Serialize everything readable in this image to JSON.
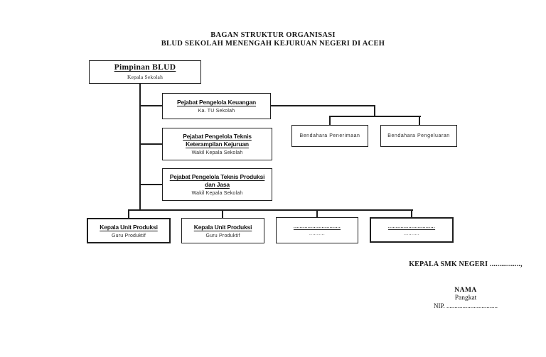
{
  "page": {
    "title_line1": "BAGAN STRUKTUR ORGANISASI",
    "title_line2": "BLUD SEKOLAH MENENGAH KEJURUAN NEGERI DI ACEH"
  },
  "org": {
    "pimpinan": {
      "title": "Pimpinan BLUD",
      "subtitle": "Kepala Sekolah"
    },
    "keuangan": {
      "title": "Pejabat Pengelola Keuangan",
      "subtitle": "Ka. TU Sekolah"
    },
    "keterampilan": {
      "title": "Pejabat Pengelola Teknis\nKeterampilan Kejuruan",
      "subtitle": "Wakil Kepala Sekolah"
    },
    "produksi_jasa": {
      "title": "Pejabat Pengelola Teknis Produksi\ndan Jasa",
      "subtitle": "Wakil Kepala Sekolah"
    },
    "bendahara_penerimaan": {
      "title": "Bendahara Penerimaan"
    },
    "bendahara_pengeluaran": {
      "title": "Bendahara Pengeluaran"
    },
    "unit_produksi_1": {
      "title": "Kepala Unit Produksi",
      "subtitle": "Guru Produktif"
    },
    "unit_produksi_2": {
      "title": "Kepala Unit Produksi",
      "subtitle": "Guru Produktif"
    },
    "placeholder_1": {
      "title": "..............................",
      "subtitle": ".........."
    },
    "placeholder_2": {
      "title": "..............................",
      "subtitle": ".........."
    }
  },
  "signature": {
    "heading": "KEPALA SMK NEGERI ................,",
    "name": "NAMA",
    "rank": "Pangkat",
    "nip": "NIP. ................................"
  },
  "colors": {
    "ink": "#1f1f1f",
    "background": "#ffffff"
  }
}
